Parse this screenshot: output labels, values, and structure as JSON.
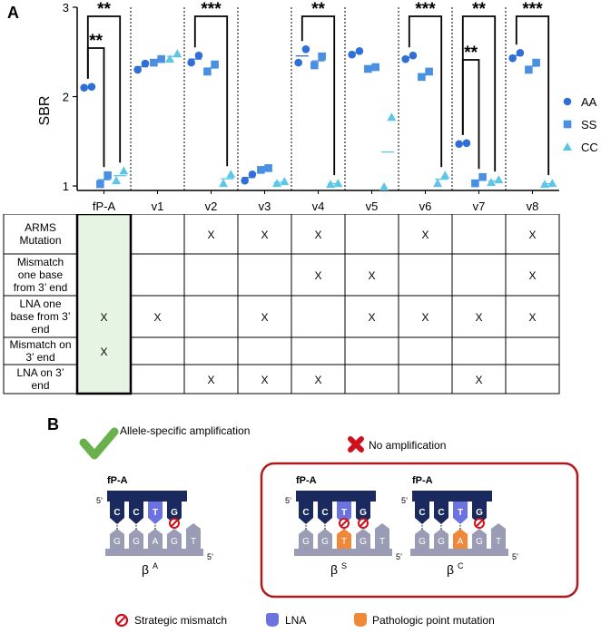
{
  "panel_labels": {
    "a": "A",
    "b": "B"
  },
  "chart_data": {
    "type": "scatter",
    "ylabel": "SBR",
    "ylim": [
      0.95,
      3.0
    ],
    "yticks": [
      "1",
      "2",
      "3"
    ],
    "categories": [
      "fP-A",
      "v1",
      "v2",
      "v3",
      "v4",
      "v5",
      "v6",
      "v7",
      "v8"
    ],
    "series": [
      {
        "name": "AA",
        "color": "#2f6fd6",
        "marker": "circle",
        "points": [
          [
            2.1,
            2.11
          ],
          [
            2.3,
            2.37
          ],
          [
            2.38,
            2.46
          ],
          [
            1.06,
            1.13
          ],
          [
            2.38,
            2.53
          ],
          [
            2.47,
            2.51
          ],
          [
            2.42,
            2.46
          ],
          [
            1.47,
            1.48
          ],
          [
            2.43,
            2.49
          ]
        ]
      },
      {
        "name": "SS",
        "color": "#4a90e2",
        "marker": "square",
        "points": [
          [
            1.02,
            1.12
          ],
          [
            2.38,
            2.42
          ],
          [
            2.28,
            2.36
          ],
          [
            1.18,
            1.2
          ],
          [
            2.35,
            2.45
          ],
          [
            2.31,
            2.33
          ],
          [
            2.22,
            2.28
          ],
          [
            1.03,
            1.1
          ],
          [
            2.3,
            2.38
          ]
        ]
      },
      {
        "name": "CC",
        "color": "#5cc5e8",
        "marker": "triangle",
        "points": [
          [
            1.06,
            1.17
          ],
          [
            2.42,
            2.48
          ],
          [
            1.03,
            1.13
          ],
          [
            1.03,
            1.05
          ],
          [
            1.02,
            1.03
          ],
          [
            0.99,
            1.77
          ],
          [
            1.03,
            1.12
          ],
          [
            1.04,
            1.07
          ],
          [
            1.02,
            1.03
          ]
        ]
      }
    ],
    "significance": [
      {
        "cat": 0,
        "from": 0,
        "to": 1,
        "label": "**"
      },
      {
        "cat": 0,
        "from": 0,
        "to": 2,
        "label": "**"
      },
      {
        "cat": 2,
        "from": 0,
        "to": 2,
        "label": "***"
      },
      {
        "cat": 4,
        "from": 0,
        "to": 2,
        "label": "**"
      },
      {
        "cat": 6,
        "from": 0,
        "to": 2,
        "label": "***"
      },
      {
        "cat": 7,
        "from": 0,
        "to": 1,
        "label": "**"
      },
      {
        "cat": 7,
        "from": 0,
        "to": 2,
        "label": "**"
      },
      {
        "cat": 8,
        "from": 0,
        "to": 2,
        "label": "***"
      }
    ]
  },
  "table": {
    "rows": [
      {
        "label": "ARMS Mutation",
        "marks": [
          false,
          false,
          true,
          true,
          true,
          false,
          true,
          false,
          true
        ]
      },
      {
        "label": "Mismatch one base from 3’ end",
        "marks": [
          false,
          false,
          false,
          false,
          true,
          true,
          false,
          false,
          true
        ]
      },
      {
        "label": "LNA one base from 3’ end",
        "marks": [
          true,
          true,
          false,
          true,
          false,
          true,
          true,
          true,
          true
        ]
      },
      {
        "label": "Mismatch on 3’ end",
        "marks": [
          true,
          false,
          false,
          false,
          false,
          false,
          false,
          false,
          false
        ]
      },
      {
        "label": "LNA on 3’ end",
        "marks": [
          false,
          false,
          true,
          true,
          true,
          false,
          false,
          true,
          false
        ]
      }
    ],
    "mark_symbol": "X"
  },
  "panel_b": {
    "allele_specific_label": "Allele-specific amplification",
    "no_amp_label": "No amplification",
    "primer_label": "fP-A",
    "five_prime": "5’",
    "primer_bases": [
      "C",
      "C",
      "T",
      "G"
    ],
    "templates": [
      {
        "name": "β",
        "sup": "A",
        "bases": [
          "G",
          "G",
          "A",
          "G",
          "T"
        ],
        "mutated": null
      },
      {
        "name": "β",
        "sup": "S",
        "bases": [
          "G",
          "G",
          "T",
          "G",
          "T"
        ],
        "mutated": 2
      },
      {
        "name": "β",
        "sup": "C",
        "bases": [
          "G",
          "G",
          "A",
          "G",
          "T"
        ],
        "mutated": 2
      }
    ],
    "legend": {
      "strategic_mismatch": "Strategic mismatch",
      "lna": "LNA",
      "pathologic": "Pathologic point mutation"
    },
    "colors": {
      "primer": "#1b2a5e",
      "lna": "#6c72e0",
      "template": "#9a9bb5",
      "mutation": "#f0883a",
      "mismatch": "#d0101c",
      "check": "#6ab04c",
      "frame": "#b11a1a"
    }
  }
}
